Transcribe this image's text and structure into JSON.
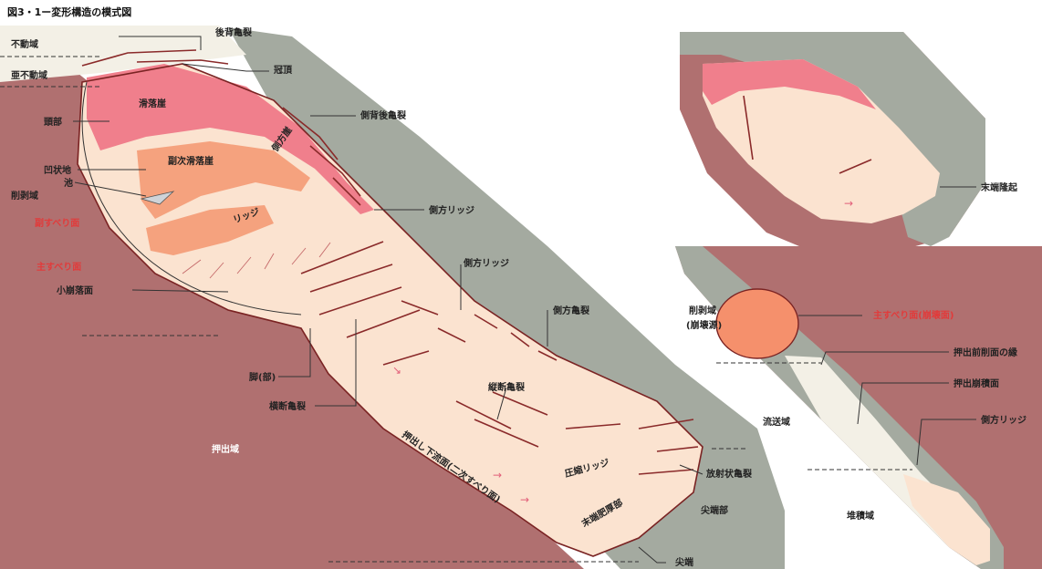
{
  "title": "図3・1ー変形構造の模式図",
  "colors": {
    "ground_left": "#b07070",
    "ground_right": "#a4aaa0",
    "slide_body": "#fbe3d0",
    "scarp": "#f07f8c",
    "secondary_scarp": "#f5a27e",
    "main_slip_ellipse": "#f5906c",
    "pale_zone": "#f3f0e6",
    "red_label": "#e23a3a",
    "outline": "#7a2323"
  },
  "main_diagram": {
    "labels": {
      "stable_zone": "不動域",
      "quasi_stable_zone": "亜不動域",
      "back_crack": "後背亀裂",
      "crown": "冠頂",
      "head_scarp": "滑落崖",
      "side_scarp": "側方崖",
      "head": "頭部",
      "side_back_crack": "側背後亀裂",
      "depression": "凹状地",
      "pond": "池",
      "secondary_scarp": "副次滑落崖",
      "source_zone": "削剥域",
      "secondary_slip_surface": "副すべり面",
      "main_slip_surface": "主すべり面",
      "ridge": "リッジ",
      "lateral_ridge_1": "側方リッジ",
      "lateral_ridge_2": "側方リッジ",
      "lateral_crack": "側方亀裂",
      "minor_scarp": "小崩落面",
      "foot": "脚(部)",
      "transverse_crack": "横断亀裂",
      "longitudinal_crack": "縦断亀裂",
      "accumulation_zone": "押出域",
      "sliding_surface_toe": "押出し下流面(二次すべり面)",
      "compression_ridge": "圧縮リッジ",
      "radial_crack": "放射状亀裂",
      "toe_bulge": "末端肥厚部",
      "tip": "尖端部",
      "toe": "尖端"
    }
  },
  "inset_top": {
    "labels": {
      "toe_uplift": "末端隆起"
    }
  },
  "inset_bottom": {
    "labels": {
      "source_zone": "削剥域",
      "source_zone_sub": "(崩壊源)",
      "main_slip_surface": "主すべり面(崩壊面)",
      "scarp_edge": "押出前削面の縁",
      "push_surface": "押出崩積面",
      "lateral_ridge": "側方リッジ",
      "transport_zone": "流送域",
      "deposition_zone": "堆積域"
    }
  }
}
